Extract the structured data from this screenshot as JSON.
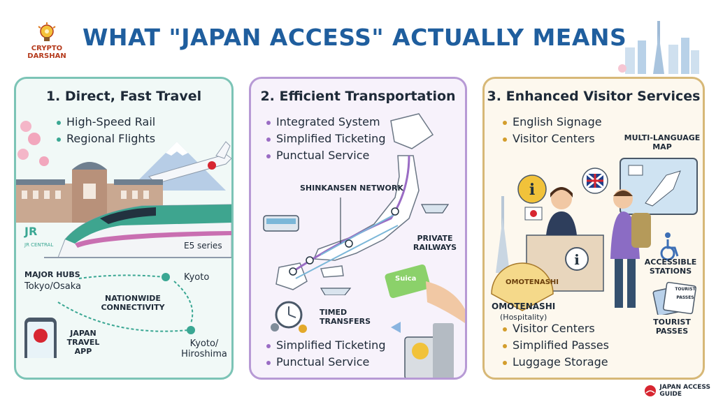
{
  "header": {
    "title": "WHAT \"JAPAN ACCESS\" ACTUALLY MEANS",
    "logo_line1": "CRYPTO",
    "logo_line2": "DARSHAN"
  },
  "panel1": {
    "title": "1. Direct, Fast Travel",
    "bullets": [
      "High-Speed Rail",
      "Regional Flights"
    ],
    "train_label": "E5 series",
    "jr_text": "JR CENTRAL",
    "hubs_label": "MAJOR HUBS",
    "hubs_city": "Tokyo/Osaka",
    "kyoto": "Kyoto",
    "connectivity": "NATIONWIDE CONNECTIVITY",
    "app_label": "JAPAN TRAVEL APP",
    "dest": "Kyoto/ Hiroshima"
  },
  "panel2": {
    "title": "2. Efficient Transportation",
    "bullets_top": [
      "Integrated System",
      "Simplified Ticketing",
      "Punctual Service"
    ],
    "shinkansen": "SHINKANSEN NETWORK",
    "private": "PRIVATE RAILWAYS",
    "timed": "TIMED TRANSFERS",
    "card_text": "Suica",
    "bullets_bottom": [
      "Simplified Ticketing",
      "Punctual Service"
    ]
  },
  "panel3": {
    "title": "3. Enhanced Visitor Services",
    "bullets_top": [
      "English Signage",
      "Visitor Centers"
    ],
    "map_label": "MULTI-LANGUAGE MAP",
    "fan_text": "OMOTENASHI",
    "omotenashi": "OMOTENASHI",
    "hospitality": "(Hospitality)",
    "accessible": "ACCESSIBLE STATIONS",
    "passes": "TOURIST PASSES",
    "pass_card": "TOURIST PASSES",
    "bullets_bottom": [
      "Visitor Centers",
      "Simplified Passes",
      "Luggage Storage"
    ]
  },
  "footer": {
    "line1": "JAPAN ACCESS",
    "line2": "GUIDE"
  },
  "colors": {
    "title": "#1f5e9e",
    "teal": "#7cc4b6",
    "purple": "#b79ad5",
    "gold": "#d7b877"
  }
}
